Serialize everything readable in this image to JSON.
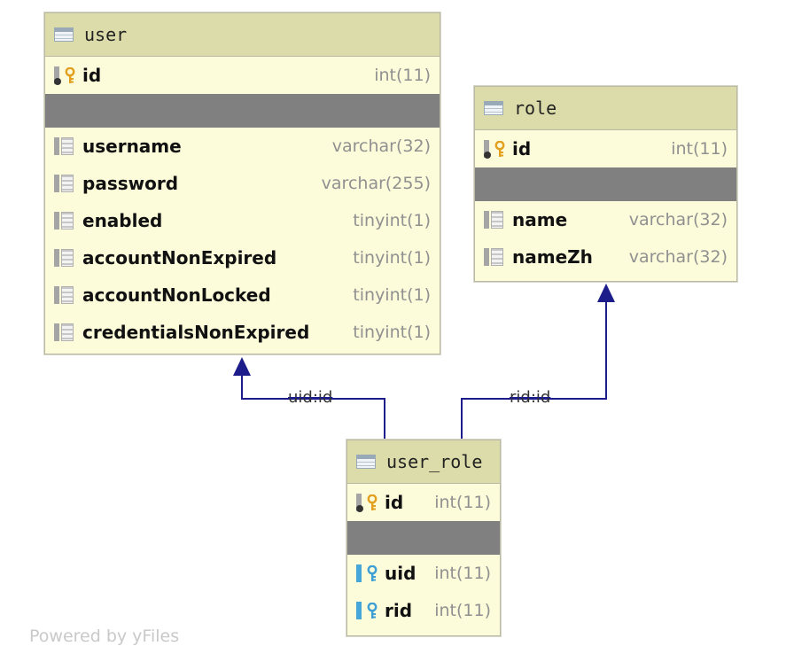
{
  "tables": {
    "user": {
      "name": "user",
      "pk": {
        "name": "id",
        "type": "int(11)"
      },
      "columns": [
        {
          "name": "username",
          "type": "varchar(32)"
        },
        {
          "name": "password",
          "type": "varchar(255)"
        },
        {
          "name": "enabled",
          "type": "tinyint(1)"
        },
        {
          "name": "accountNonExpired",
          "type": "tinyint(1)"
        },
        {
          "name": "accountNonLocked",
          "type": "tinyint(1)"
        },
        {
          "name": "credentialsNonExpired",
          "type": "tinyint(1)"
        }
      ]
    },
    "role": {
      "name": "role",
      "pk": {
        "name": "id",
        "type": "int(11)"
      },
      "columns": [
        {
          "name": "name",
          "type": "varchar(32)"
        },
        {
          "name": "nameZh",
          "type": "varchar(32)"
        }
      ]
    },
    "user_role": {
      "name": "user_role",
      "pk": {
        "name": "id",
        "type": "int(11)"
      },
      "columns": [
        {
          "name": "uid",
          "type": "int(11)"
        },
        {
          "name": "rid",
          "type": "int(11)"
        }
      ]
    }
  },
  "relations": [
    {
      "label": "uid:id",
      "from": "user_role",
      "to": "user"
    },
    {
      "label": "rid:id",
      "from": "user_role",
      "to": "role"
    }
  ],
  "footer": "Powered by yFiles",
  "colors": {
    "header": "#dcdcaa",
    "body": "#fcfbda",
    "separator": "#808080",
    "link": "#1c1c8a"
  }
}
